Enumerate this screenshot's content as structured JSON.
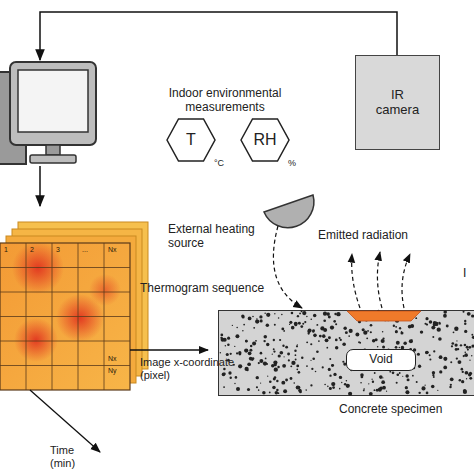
{
  "diagram": {
    "nodes": [
      {
        "text": [
          "IR camera"
        ]
      },
      {
        "text": [
          "T"
        ]
      },
      {
        "text": [
          "RH"
        ]
      },
      {
        "text": [
          "Concrete specimen"
        ]
      },
      {
        "text": [
          "Void"
        ],
        "in": 3
      }
    ],
    "labels": [
      "Indoor environmental measurements",
      "°C",
      "%",
      "External heating source",
      "Emitted radiation",
      "Thermogram sequence",
      "Image x-coordinate (pixel)",
      "Time (min)",
      "1",
      "2",
      "3",
      "...",
      "Nx",
      "Nx",
      "Ny",
      "I"
    ]
  }
}
